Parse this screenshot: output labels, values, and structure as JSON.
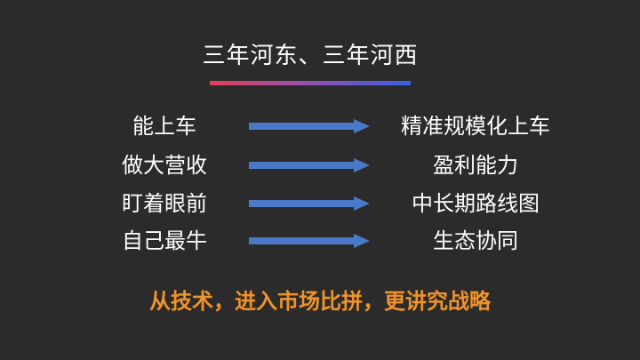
{
  "slide": {
    "title": "三年河东、三年河西",
    "title_underline_colors": [
      "#e63d5c",
      "#3b5fe8"
    ],
    "arrow_color": "#4a7ac7",
    "rows": [
      {
        "from": "能上车",
        "to": "精准规模化上车"
      },
      {
        "from": "做大营收",
        "to": "盈利能力"
      },
      {
        "from": "盯着眼前",
        "to": "中长期路线图"
      },
      {
        "from": "自己最牛",
        "to": "生态协同"
      }
    ],
    "tagline": "从技术，进入市场比拼，更讲究战略",
    "tagline_color": "#f0932b",
    "background_color": "#2b2b2b"
  }
}
